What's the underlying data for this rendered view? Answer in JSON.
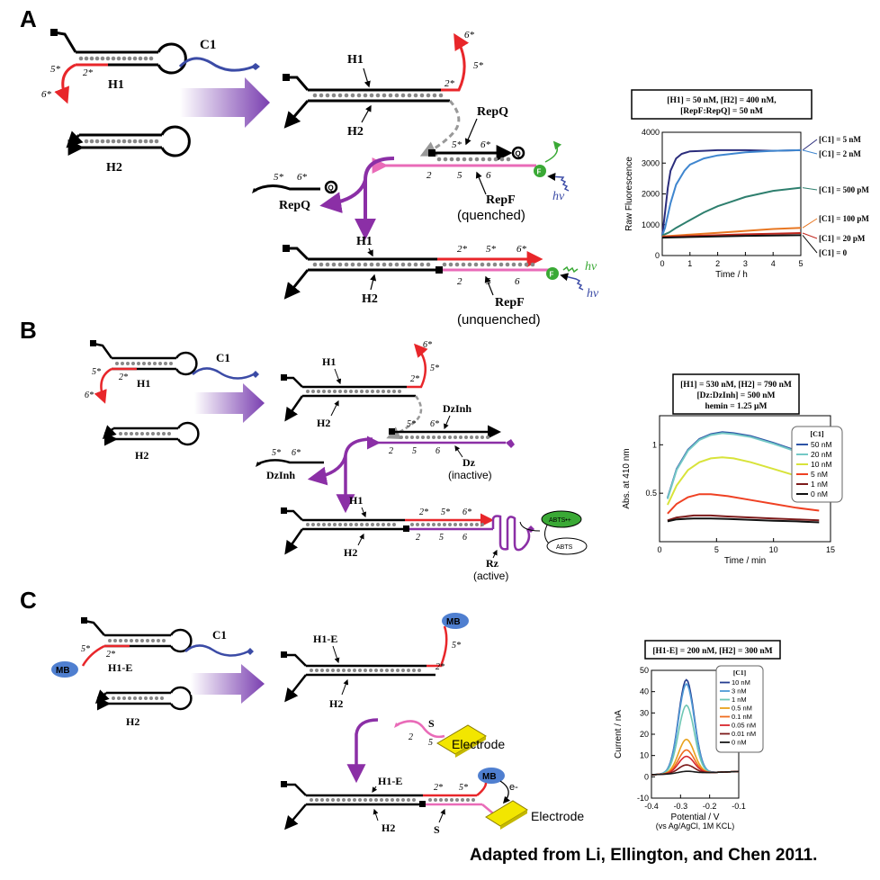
{
  "panels": [
    {
      "letter": "A",
      "inputs": {
        "h1": "H1",
        "h2": "H2",
        "c1": "C1",
        "dom2": "2*",
        "dom5": "5*",
        "dom6": "6*"
      },
      "complex": {
        "h1": "H1",
        "h2": "H2",
        "d2": "2*",
        "d5": "5*",
        "d6": "6*"
      },
      "reporter": {
        "label": "RepQ",
        "d5": "5*",
        "d6": "6*",
        "n2": "2",
        "n5": "5",
        "n6": "6",
        "repf": "RepF",
        "state": "(quenched)",
        "q": "Q",
        "f": "F",
        "hv": "hv"
      },
      "released": {
        "label": "RepQ",
        "d5": "5*",
        "d6": "6*",
        "q": "Q"
      },
      "product": {
        "h1": "H1",
        "h2": "H2",
        "d2": "2*",
        "d5": "5*",
        "d6": "6*",
        "n2": "2",
        "n5": "5",
        "n6": "6",
        "repf": "RepF",
        "state": "(unquenched)",
        "f": "F",
        "hv1": "hv",
        "hv2": "hv"
      }
    },
    {
      "letter": "B",
      "inputs": {
        "h1": "H1",
        "h2": "H2",
        "c1": "C1",
        "dom2": "2*",
        "dom5": "5*",
        "dom6": "6*"
      },
      "complex": {
        "h1": "H1",
        "h2": "H2",
        "d2": "2*",
        "d5": "5*",
        "d6": "6*"
      },
      "reporter": {
        "label": "DzInh",
        "d5": "5*",
        "d6": "6*",
        "n2": "2",
        "n5": "5",
        "n6": "6",
        "dz": "Dz",
        "state": "(inactive)"
      },
      "released": {
        "label": "DzInh",
        "d5": "5*",
        "d6": "6*"
      },
      "product": {
        "h1": "H1",
        "h2": "H2",
        "d2": "2*",
        "d5": "5*",
        "d6": "6*",
        "n2": "2",
        "n5": "5",
        "n6": "6",
        "rz": "Rz",
        "state": "(active)",
        "abts_ox": "ABTS•+",
        "abts": "ABTS"
      }
    },
    {
      "letter": "C",
      "inputs": {
        "h1": "H1-E",
        "h2": "H2",
        "c1": "C1",
        "dom2": "2*",
        "dom5": "5*",
        "mb": "MB"
      },
      "complex": {
        "h1": "H1-E",
        "h2": "H2",
        "d2": "2*",
        "d5": "5*",
        "mb": "MB"
      },
      "probe": {
        "s": "S",
        "n2": "2",
        "n5": "5",
        "electrode": "Electrode"
      },
      "product": {
        "h1": "H1-E",
        "h2": "H2",
        "d2": "2*",
        "d5": "5*",
        "mb": "MB",
        "e": "e-",
        "s": "S",
        "electrode": "Electrode"
      }
    }
  ],
  "chart_data": [
    {
      "type": "line",
      "title": "[H1] = 50 nM, [H2] = 400 nM, [RepF:RepQ] = 50 nM",
      "xlabel": "Time / h",
      "ylabel": "Raw Fluorescence",
      "xlim": [
        0,
        5
      ],
      "ylim": [
        0,
        4000
      ],
      "xticks": [
        0,
        1,
        2,
        3,
        4,
        5
      ],
      "yticks": [
        0,
        1000,
        2000,
        3000,
        4000
      ],
      "legend": "inline-right",
      "series": [
        {
          "name": "[C1] = 5 nM",
          "color": "#2b2d7c",
          "x": [
            0,
            0.1,
            0.2,
            0.3,
            0.5,
            0.7,
            1,
            1.5,
            2,
            3,
            4,
            5
          ],
          "y": [
            650,
            1400,
            2200,
            2750,
            3150,
            3300,
            3380,
            3400,
            3420,
            3420,
            3400,
            3420
          ]
        },
        {
          "name": "[C1] = 2 nM",
          "color": "#3f86cf",
          "x": [
            0,
            0.1,
            0.3,
            0.5,
            0.8,
            1,
            1.5,
            2,
            2.5,
            3,
            4,
            5
          ],
          "y": [
            650,
            900,
            1700,
            2300,
            2750,
            2950,
            3150,
            3250,
            3300,
            3350,
            3400,
            3420
          ]
        },
        {
          "name": "[C1] = 500 pM",
          "color": "#2e7f6e",
          "x": [
            0,
            0.25,
            0.5,
            1,
            1.5,
            2,
            2.5,
            3,
            3.5,
            4,
            4.5,
            5
          ],
          "y": [
            650,
            750,
            900,
            1150,
            1400,
            1600,
            1750,
            1900,
            2000,
            2100,
            2150,
            2200
          ]
        },
        {
          "name": "[C1] = 100 pM",
          "color": "#e87722",
          "x": [
            0,
            1,
            2,
            3,
            4,
            5
          ],
          "y": [
            620,
            680,
            740,
            800,
            860,
            900
          ]
        },
        {
          "name": "[C1] = 20 pM",
          "color": "#c0281f",
          "x": [
            0,
            1,
            2,
            3,
            4,
            5
          ],
          "y": [
            600,
            630,
            660,
            690,
            710,
            730
          ]
        },
        {
          "name": "[C1] = 0",
          "color": "#111111",
          "x": [
            0,
            1,
            2,
            3,
            4,
            5
          ],
          "y": [
            580,
            600,
            620,
            640,
            650,
            660
          ]
        }
      ]
    },
    {
      "type": "line",
      "title": "[H1] = 530 nM, [H2] = 790 nM, [Dz:DzInh] = 500 nM, hemin = 1.25 µM",
      "xlabel": "Time / min",
      "ylabel": "Abs. at 410 nm",
      "xlim": [
        0,
        15
      ],
      "ylim": [
        0,
        1.3
      ],
      "xticks": [
        0,
        5,
        10,
        15
      ],
      "yticks": [
        0.5,
        1
      ],
      "legend_title": "[C1]",
      "legend": "right",
      "series": [
        {
          "name": "50 nM",
          "color": "#2d53a6",
          "x": [
            0.7,
            1.5,
            2.5,
            3.5,
            4.5,
            5.5,
            6.5,
            8,
            10,
            12,
            14
          ],
          "y": [
            0.45,
            0.75,
            0.95,
            1.06,
            1.11,
            1.13,
            1.12,
            1.09,
            1.02,
            0.94,
            0.87
          ]
        },
        {
          "name": "20 nM",
          "color": "#74c9c6",
          "x": [
            0.7,
            1.5,
            2.5,
            3.5,
            4.5,
            5.5,
            6.5,
            8,
            10,
            12,
            14
          ],
          "y": [
            0.44,
            0.74,
            0.94,
            1.05,
            1.1,
            1.12,
            1.11,
            1.08,
            1.01,
            0.93,
            0.86
          ]
        },
        {
          "name": "10 nM",
          "color": "#d8e33a",
          "x": [
            0.7,
            1.5,
            2.5,
            3.5,
            4.5,
            5.5,
            6.5,
            8,
            10,
            12,
            14
          ],
          "y": [
            0.38,
            0.58,
            0.74,
            0.82,
            0.86,
            0.87,
            0.86,
            0.82,
            0.75,
            0.68,
            0.62
          ]
        },
        {
          "name": "5 nM",
          "color": "#ef4123",
          "x": [
            0.7,
            1.5,
            2.5,
            3.5,
            4.5,
            6,
            8,
            10,
            12,
            14
          ],
          "y": [
            0.29,
            0.39,
            0.46,
            0.49,
            0.49,
            0.47,
            0.43,
            0.39,
            0.35,
            0.32
          ]
        },
        {
          "name": "1 nM",
          "color": "#7d1b1b",
          "x": [
            0.7,
            1.5,
            3,
            4.5,
            6,
            8,
            10,
            12,
            14
          ],
          "y": [
            0.22,
            0.25,
            0.27,
            0.27,
            0.26,
            0.25,
            0.24,
            0.23,
            0.22
          ]
        },
        {
          "name": "0 nM",
          "color": "#111111",
          "x": [
            0.7,
            1.5,
            3,
            4.5,
            6,
            8,
            10,
            12,
            14
          ],
          "y": [
            0.21,
            0.23,
            0.24,
            0.24,
            0.235,
            0.225,
            0.215,
            0.21,
            0.2
          ]
        }
      ]
    },
    {
      "type": "line",
      "title": "[H1-E] = 200 nM, [H2] = 300 nM",
      "xlabel": "Potential / V",
      "xlabel2": "(vs Ag/AgCl, 1M KCL)",
      "ylabel": "Current / nA",
      "xlim": [
        -0.4,
        -0.1
      ],
      "ylim": [
        -10,
        50
      ],
      "xticks": [
        -0.4,
        -0.3,
        -0.2,
        -0.1
      ],
      "yticks": [
        -10,
        0,
        10,
        20,
        30,
        40,
        50
      ],
      "legend_title": "[C1]",
      "legend": "right",
      "peak_x": -0.28,
      "peak_width": 0.027,
      "series": [
        {
          "name": "10 nM",
          "color": "#243c8f",
          "peak": 45
        },
        {
          "name": "3 nM",
          "color": "#4e9ad6",
          "peak": 43
        },
        {
          "name": "1 nM",
          "color": "#6ec7b4",
          "peak": 33
        },
        {
          "name": "0.5 nM",
          "color": "#e9a21b",
          "peak": 17
        },
        {
          "name": "0.1 nM",
          "color": "#ef6d1f",
          "peak": 12
        },
        {
          "name": "0.05 nM",
          "color": "#d8262d",
          "peak": 9
        },
        {
          "name": "0.01 nM",
          "color": "#7c1a1a",
          "peak": 5
        },
        {
          "name": "0 nM",
          "color": "#1a1a1a",
          "peak": 2
        }
      ]
    }
  ],
  "caption": "Adapted from Li, Ellington, and Chen 2011."
}
